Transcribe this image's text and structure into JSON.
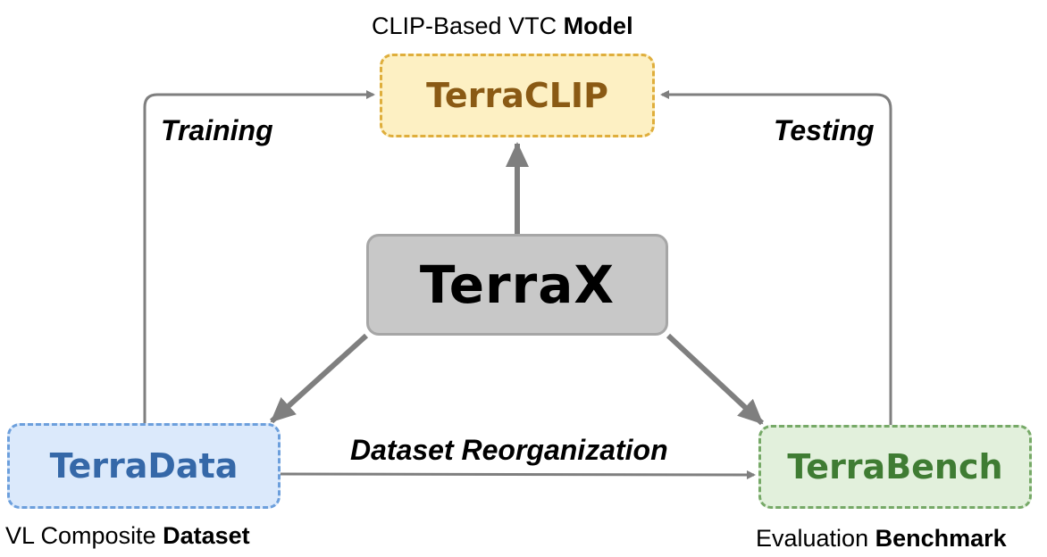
{
  "nodes": {
    "center": {
      "label": "TerraX"
    },
    "model": {
      "label": "TerraCLIP",
      "caption_prefix": "CLIP-Based VTC ",
      "caption_bold": "Model"
    },
    "dataset": {
      "label": "TerraData",
      "caption_prefix": "VL Composite ",
      "caption_bold": "Dataset"
    },
    "benchmark": {
      "label": "TerraBench",
      "caption_prefix": "Evaluation ",
      "caption_bold": "Benchmark"
    }
  },
  "edges": {
    "training": "Training",
    "testing": "Testing",
    "reorganization": "Dataset Reorganization"
  },
  "colors": {
    "arrow": "#7f7f7f",
    "center_fill": "#c8c8c8",
    "model_fill": "#fdf0c3",
    "model_text": "#8a5a14",
    "dataset_fill": "#dbe9fb",
    "dataset_text": "#3568a8",
    "benchmark_fill": "#e2f0dc",
    "benchmark_text": "#3f7c33"
  }
}
